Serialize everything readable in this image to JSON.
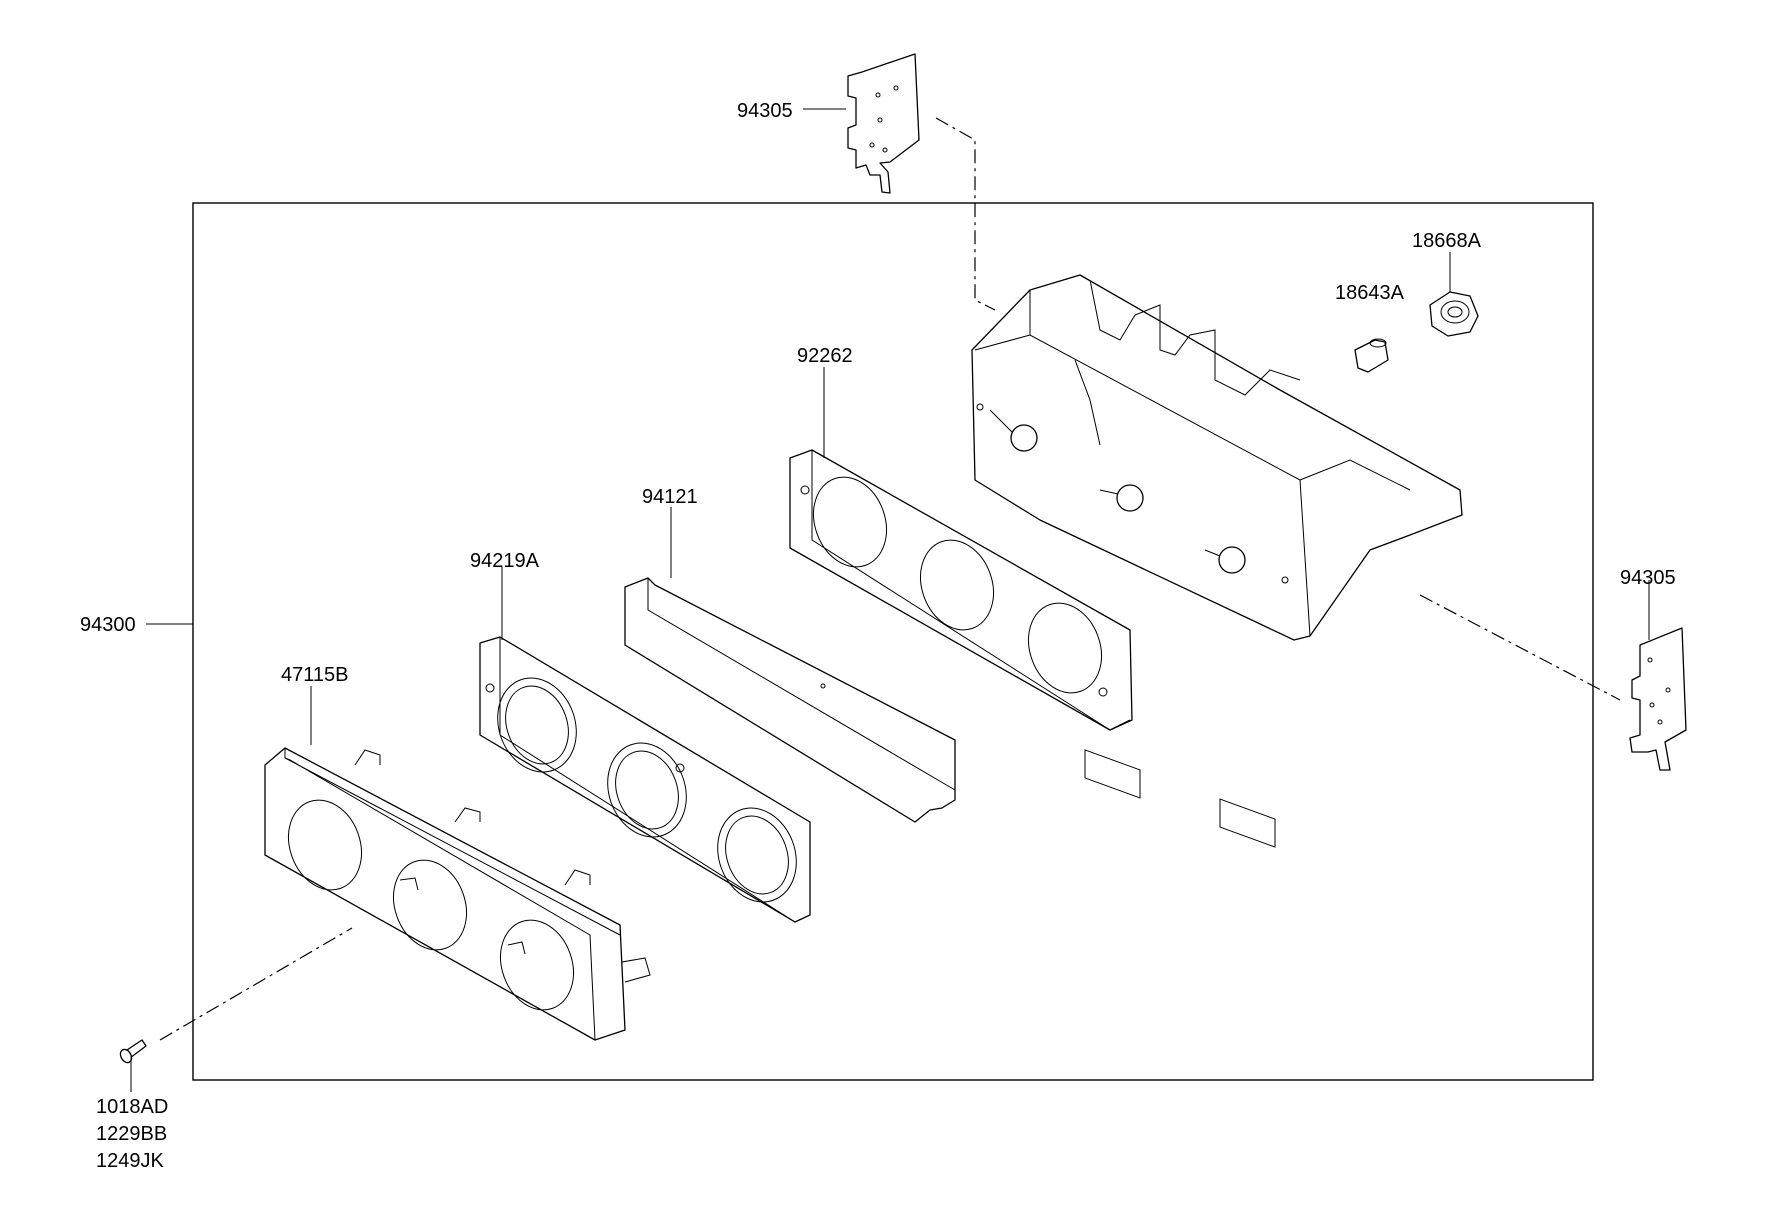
{
  "labels": {
    "bracket_top": "94305",
    "bracket_right": "94305",
    "lamp_socket": "18668A",
    "lamp_bulb": "18643A",
    "control_assembly": "94300",
    "face_plate": "92262",
    "gasket": "94121",
    "bezel_ring": "94219A",
    "garnish": "47115B",
    "screw_codes": [
      "1018AD",
      "1229BB",
      "1249JK"
    ]
  }
}
